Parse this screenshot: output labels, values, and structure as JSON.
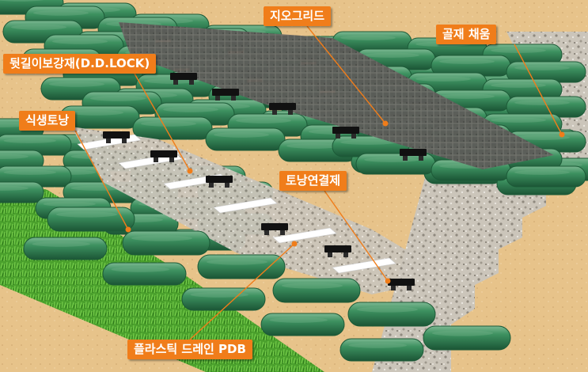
{
  "labels": {
    "geogrid": "지오그리드",
    "aggregate_fill": "골재 채움",
    "rear_reinforcement": "뒷길이보강재(D.D.LOCK)",
    "vegetation_bag": "식생토낭",
    "bag_connector": "토낭연결제",
    "plastic_drain": "플라스틱 드레인 PDB"
  },
  "colors": {
    "label_fill": "#f07d1a",
    "bag_green": "#2f8552",
    "bag_highlight": "#6fae86",
    "bag_shadow": "#1c5a37",
    "grass": "#4aa02c",
    "gravel": "#cdc7bd",
    "soil": "#e8c48b",
    "geogrid": "#5a5a58",
    "drain": "#ffffff",
    "connector": "#111111",
    "leader_line": "#f07d1a"
  }
}
